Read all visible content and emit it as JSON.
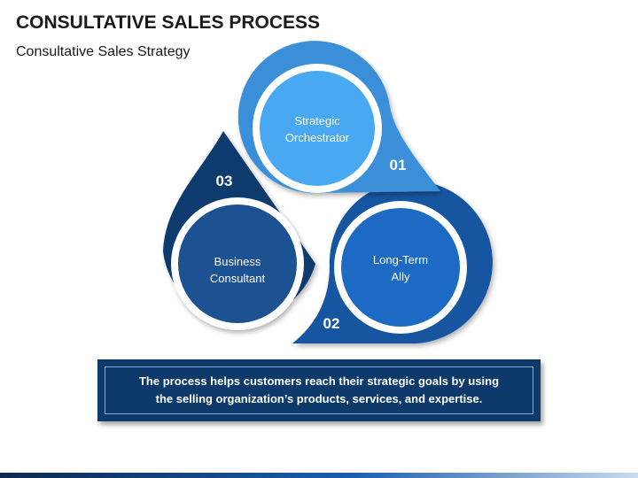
{
  "header": {
    "title": "CONSULTATIVE SALES PROCESS",
    "subtitle": "Consultative Sales Strategy"
  },
  "steps": [
    {
      "number": "01",
      "line1": "Strategic",
      "line2": "Orchestrator",
      "outer_color": "#3b8fd9",
      "inner_color": "#4aa8f2"
    },
    {
      "number": "02",
      "line1": "Long-Term",
      "line2": "Ally",
      "outer_color": "#1756a0",
      "inner_color": "#1b6bc4"
    },
    {
      "number": "03",
      "line1": "Business",
      "line2": "Consultant",
      "outer_color": "#0f3a6e",
      "inner_color": "#1b5192"
    }
  ],
  "description": {
    "line1": "The process helps customers reach their strategic goals by using",
    "line2": "the selling organization’s products, services, and expertise."
  }
}
